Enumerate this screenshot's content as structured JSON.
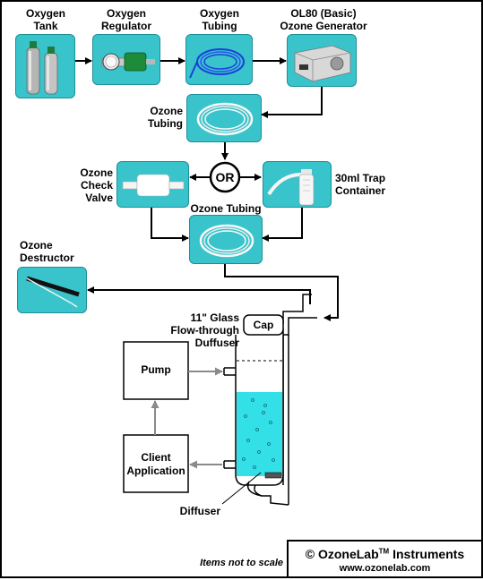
{
  "labels": {
    "oxygen_tank": "Oxygen\nTank",
    "oxygen_regulator": "Oxygen\nRegulator",
    "oxygen_tubing": "Oxygen\nTubing",
    "ozone_generator": "OL80 (Basic)\nOzone Generator",
    "ozone_tubing_top": "Ozone\nTubing",
    "or": "OR",
    "check_valve": "Ozone\nCheck\nValve",
    "trap_container": "30ml Trap\nContainer",
    "ozone_tubing_mid": "Ozone Tubing",
    "ozone_destructor": "Ozone\nDestructor",
    "glass_diffuser": "11\" Glass\nFlow-through\nDuffuser",
    "cap": "Cap",
    "pump": "Pump",
    "client_application": "Client\nApplication",
    "diffuser": "Diffuser"
  },
  "footer": {
    "note": "Items not to scale",
    "brand_prefix": "© OzoneLab",
    "brand_tm": "TM",
    "brand_suffix": " Instruments",
    "url": "www.ozonelab.com"
  },
  "colors": {
    "photo_bg": "#39c4cc",
    "flow_line": "#000000",
    "aux_arrow": "#8a8a8a",
    "liquid": "#33e0e8"
  },
  "icons": [
    "oxygen-tank-photo",
    "regulator-photo",
    "tubing-coil-photo",
    "ozone-generator-photo",
    "check-valve-photo",
    "trap-container-photo",
    "destructor-photo"
  ]
}
